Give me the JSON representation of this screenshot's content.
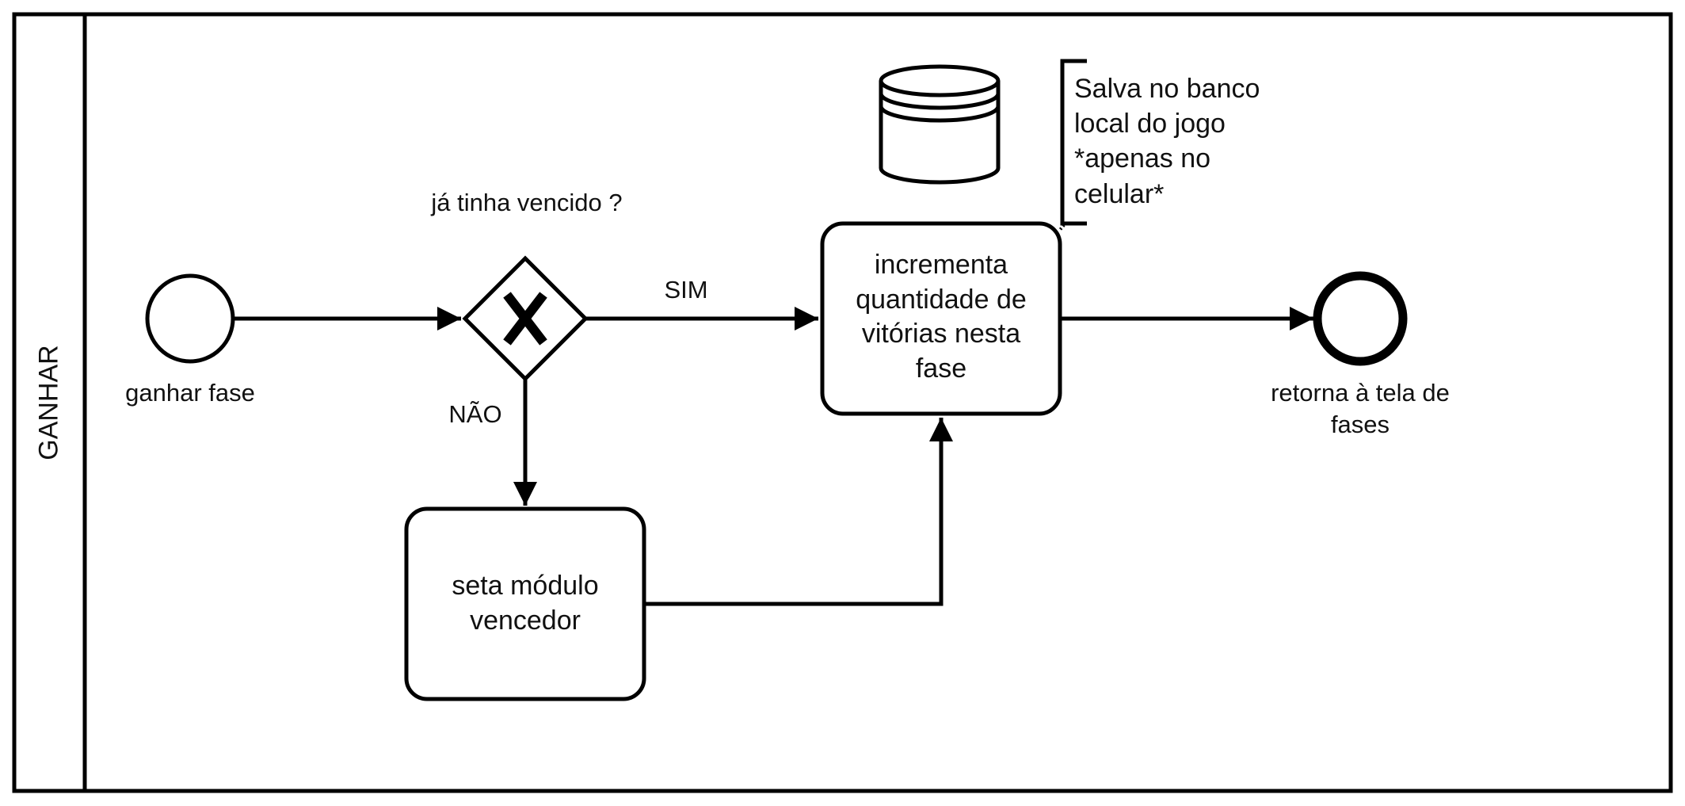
{
  "pool": {
    "lane_label": "GANHAR"
  },
  "start_event": {
    "label": "ganhar fase"
  },
  "gateway": {
    "question": "já tinha vencido ?",
    "marker": "X",
    "yes_label": "SIM",
    "no_label": "NÃO"
  },
  "task_increment": {
    "label": "incrementa quantidade de vitórias nesta fase"
  },
  "task_set_module": {
    "label": "seta módulo vencedor"
  },
  "data_store": {
    "icon": "database-icon"
  },
  "annotation": {
    "text": "Salva no banco local do jogo *apenas no celular*"
  },
  "end_event": {
    "label": "retorna à tela de fases"
  }
}
